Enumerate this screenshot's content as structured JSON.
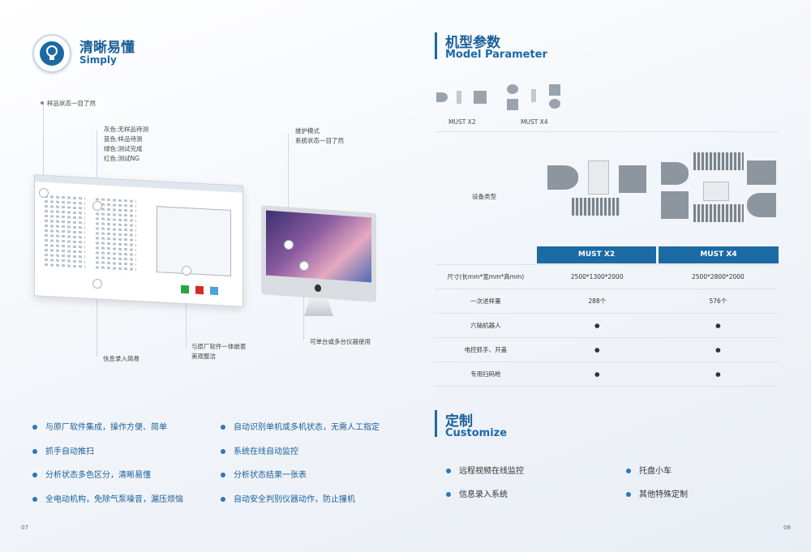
{
  "left": {
    "title": "清晰易懂",
    "subtitle": "Simply",
    "callouts": {
      "samples": "样品状态一目了然",
      "colors": [
        "灰色:无样品待测",
        "蓝色:样品待测",
        "绿色:测试完成",
        "红色:测试NG"
      ],
      "maintenance": [
        "维护模式",
        "系统状态一目了然"
      ],
      "embed": [
        "与原厂软件一体嵌套",
        "美观整洁"
      ],
      "info": "信息录入简易",
      "multi": "可单台或多台仪器使用"
    },
    "features_col1": [
      "与原厂软件集成，操作方便、简单",
      "抓手自动推扫",
      "分析状态多色区分，清晰易懂",
      "全电动机构，免除气泵噪音，漏压烦恼"
    ],
    "features_col2": [
      "自动识别单机或多机状态，无需人工指定",
      "系统在线自动监控",
      "分析状态结果一张表",
      "自动安全判别仪器动作，防止撞机"
    ],
    "page_number": "07"
  },
  "right": {
    "title": "机型参数",
    "subtitle": "Model Parameter",
    "models": [
      "MUST X2",
      "MUST X4"
    ],
    "device_type_label": "设备类型",
    "table": {
      "headers": [
        "MUST X2",
        "MUST X4"
      ],
      "rows": [
        {
          "label": "尺寸(长mm*宽mm*高mm)",
          "x2": "2500*1300*2000",
          "x4": "2500*2800*2000"
        },
        {
          "label": "一次进样量",
          "x2": "288个",
          "x4": "576个"
        },
        {
          "label": "六轴机器人",
          "x2": "●",
          "x4": "●"
        },
        {
          "label": "电控抓手、开盖",
          "x2": "●",
          "x4": "●"
        },
        {
          "label": "专用扫码枪",
          "x2": "●",
          "x4": "●"
        }
      ]
    },
    "custom_title": "定制",
    "custom_subtitle": "Customize",
    "custom_items": [
      "远程视频在线监控",
      "托盘小车",
      "信息录入系统",
      "其他特殊定制"
    ],
    "page_number": "08"
  },
  "colors": {
    "primary": "#1a5e9a",
    "table_header": "#1b6aa3"
  }
}
